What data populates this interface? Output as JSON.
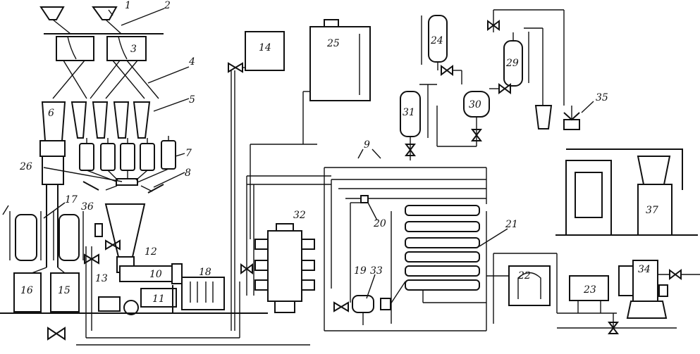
{
  "diagram": {
    "callouts": [
      "1",
      "2",
      "3",
      "4",
      "5",
      "6",
      "7",
      "8",
      "9",
      "10",
      "11",
      "12",
      "13",
      "14",
      "15",
      "16",
      "17",
      "18",
      "19",
      "20",
      "21",
      "22",
      "23",
      "24",
      "25",
      "26",
      "29",
      "30",
      "31",
      "32",
      "33",
      "34",
      "35",
      "36",
      "37"
    ]
  }
}
